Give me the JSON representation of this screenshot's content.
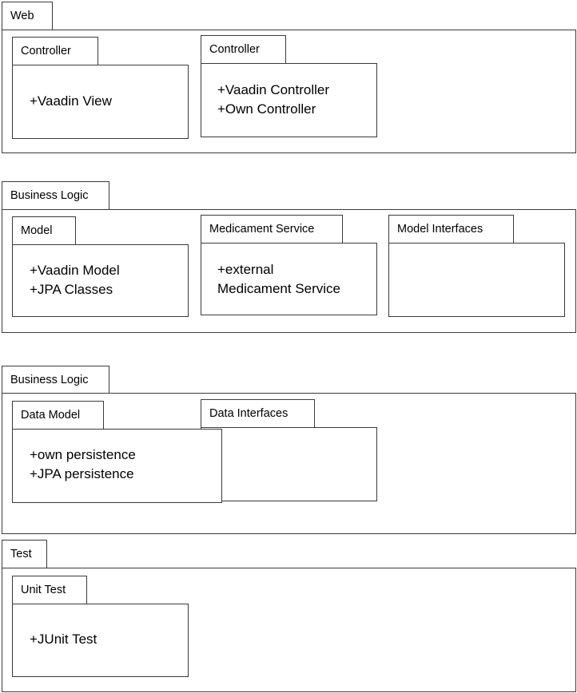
{
  "packages": {
    "web": {
      "title": "Web",
      "controller_a": {
        "title": "Controller",
        "lines": [
          "+Vaadin View"
        ]
      },
      "controller_b": {
        "title": "Controller",
        "lines": [
          "+Vaadin Controller",
          "+Own Controller"
        ]
      }
    },
    "business_logic": {
      "title": "Business Logic",
      "model": {
        "title": "Model",
        "lines": [
          "+Vaadin Model",
          "+JPA Classes"
        ]
      },
      "medicament_service": {
        "title": "Medicament Service",
        "lines": [
          "+external",
          "Medicament Service"
        ]
      },
      "model_interfaces": {
        "title": "Model Interfaces"
      }
    },
    "business_logic_2": {
      "title": "Business Logic",
      "data_interfaces": {
        "title": "Data Interfaces"
      },
      "data_model": {
        "title": "Data Model",
        "lines": [
          "+own persistence",
          "+JPA persistence"
        ]
      }
    },
    "test": {
      "title": "Test",
      "unit_test": {
        "title": "Unit Test",
        "lines": [
          "+JUnit Test"
        ]
      }
    }
  }
}
